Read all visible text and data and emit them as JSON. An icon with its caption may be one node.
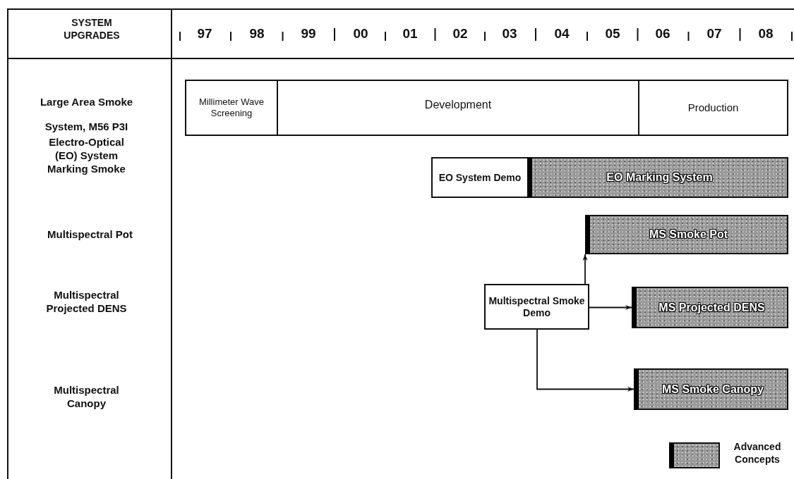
{
  "diagram": {
    "nodes": [
      {
        "text": [
          "Millimeter Wave Screening"
        ]
      },
      {
        "text": [
          "Development"
        ]
      },
      {
        "text": [
          "Production"
        ]
      },
      {
        "text": [
          "EO System Demo"
        ]
      },
      {
        "text": [
          "EO Marking System"
        ]
      },
      {
        "text": [
          "MS Smoke Pot"
        ]
      },
      {
        "text": [
          "Multispectral Smoke Demo"
        ]
      },
      {
        "text": [
          "MS Projected DENS"
        ]
      },
      {
        "text": [
          "MS Smoke Canopy"
        ]
      }
    ],
    "edges": [
      {
        "from": 6,
        "to": 5,
        "arrow": "to"
      },
      {
        "from": 6,
        "to": 7,
        "arrow": "to"
      },
      {
        "from": 6,
        "to": 8,
        "arrow": "to"
      }
    ],
    "labels": [
      "SYSTEM UPGRADES",
      "97",
      "98",
      "99",
      "00",
      "01",
      "02",
      "03",
      "04",
      "05",
      "06",
      "07",
      "08",
      "Large Area Smoke System, M56 P3I",
      "Electro-Optical (EO) System Marking Smoke",
      "Multispectral Pot",
      "Multispectral Projected DENS",
      "Multispectral Canopy"
    ],
    "legend": [
      {
        "text": "Advanced Concepts"
      }
    ]
  }
}
